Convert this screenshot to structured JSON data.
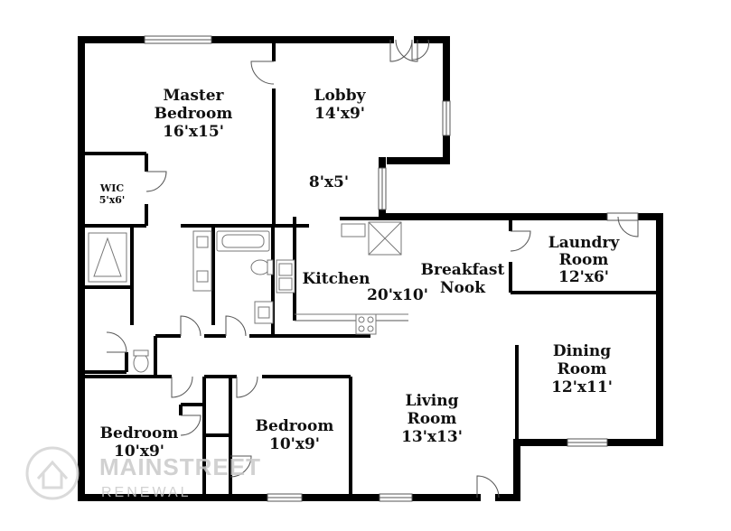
{
  "rooms": {
    "master": {
      "line1": "Master",
      "line2": "Bedroom",
      "dims": "16'x15'"
    },
    "lobby": {
      "line1": "Lobby",
      "dims": "14'x9'"
    },
    "hall": {
      "dims": "8'x5'"
    },
    "wic": {
      "line1": "WIC",
      "dims": "5'x6'"
    },
    "kitchen": {
      "line1": "Kitchen",
      "dims": "20'x10'"
    },
    "breakfast": {
      "line1": "Breakfast",
      "line2": "Nook"
    },
    "laundry": {
      "line1": "Laundry",
      "line2": "Room",
      "dims": "12'x6'"
    },
    "dining": {
      "line1": "Dining",
      "line2": "Room",
      "dims": "12'x11'"
    },
    "living": {
      "line1": "Living",
      "line2": "Room",
      "dims": "13'x13'"
    },
    "bedroom_left": {
      "line1": "Bedroom",
      "dims": "10'x9'"
    },
    "bedroom_mid": {
      "line1": "Bedroom",
      "dims": "10'x9'"
    }
  },
  "watermark": {
    "name": "MAINSTREET",
    "tagline": "RENEWAL"
  }
}
